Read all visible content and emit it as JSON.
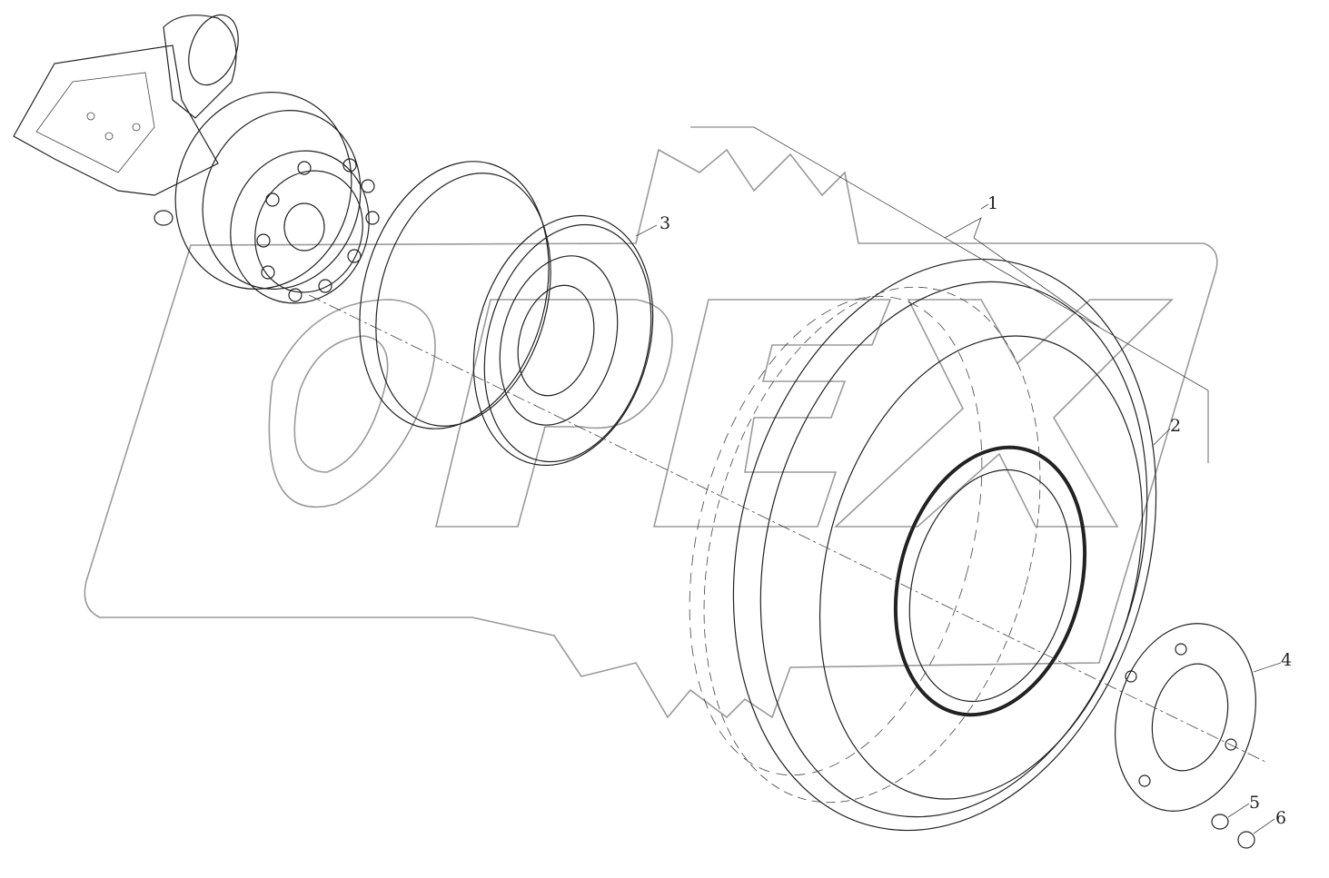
{
  "diagram": {
    "watermark": "OPEX",
    "callouts": [
      {
        "id": "callout-1",
        "label": "1"
      },
      {
        "id": "callout-2",
        "label": "2"
      },
      {
        "id": "callout-3",
        "label": "3"
      },
      {
        "id": "callout-4",
        "label": "4"
      },
      {
        "id": "callout-5",
        "label": "5"
      },
      {
        "id": "callout-6",
        "label": "6"
      }
    ]
  }
}
